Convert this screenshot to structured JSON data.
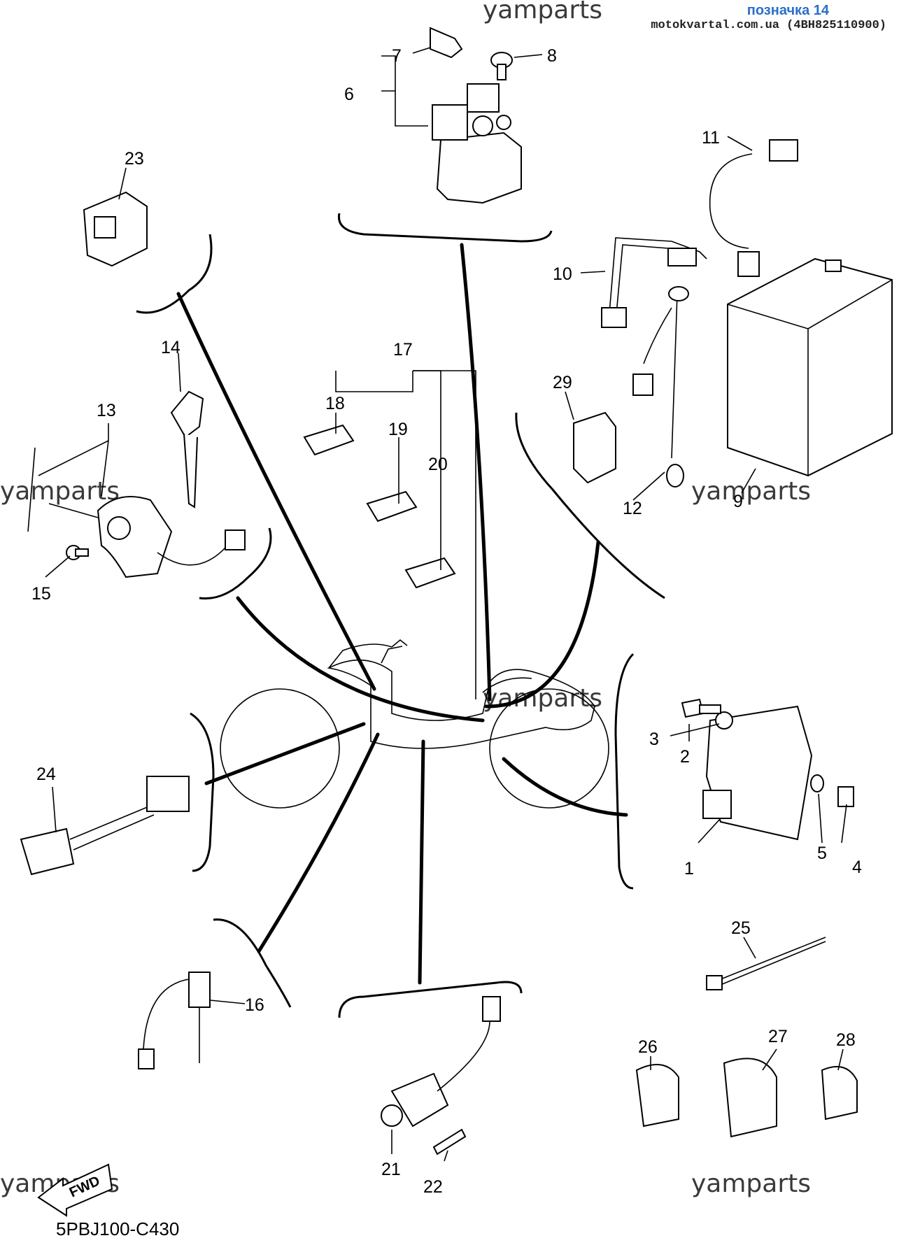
{
  "header": {
    "link_text": "позначка 14",
    "source_text": "motokvartal.com.ua (4BH825110900)"
  },
  "watermarks": [
    "yamparts",
    "yamparts",
    "yamparts",
    "yamparts",
    "yamparts",
    "yamparts"
  ],
  "fwd_label": "FWD",
  "diagram_code": "5PBJ100-C430",
  "callouts": [
    "1",
    "2",
    "3",
    "4",
    "5",
    "6",
    "7",
    "8",
    "9",
    "10",
    "11",
    "12",
    "13",
    "14",
    "15",
    "16",
    "17",
    "18",
    "19",
    "20",
    "21",
    "22",
    "23",
    "24",
    "25",
    "26",
    "27",
    "28",
    "29"
  ]
}
